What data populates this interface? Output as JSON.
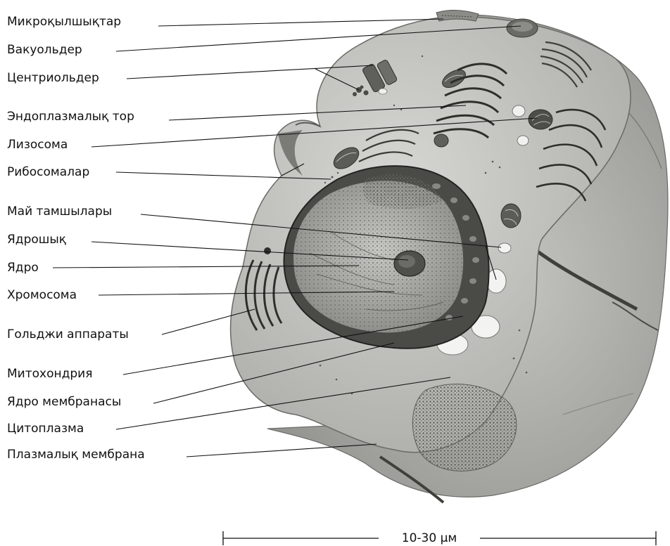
{
  "labels": {
    "microtubules": "Микроқылшықтар",
    "vacuoles": "Вакуольдер",
    "centrioles": "Центриольдер",
    "er": "Эндоплазмалық тор",
    "lysosome": "Лизосома",
    "ribosomes": "Рибосомалар",
    "fat_droplets": "Май тамшылары",
    "nucleolus": "Ядрошық",
    "nucleus": "Ядро",
    "chromosome": "Хромосома",
    "golgi": "Гольджи аппараты",
    "mitochondria": "Митохондрия",
    "nuclear_membrane": "Ядро мембранасы",
    "cytoplasm": "Цитоплазма",
    "plasma_membrane": "Плазмалық мембрана"
  },
  "scale_bar": {
    "text": "10-30 μм"
  }
}
